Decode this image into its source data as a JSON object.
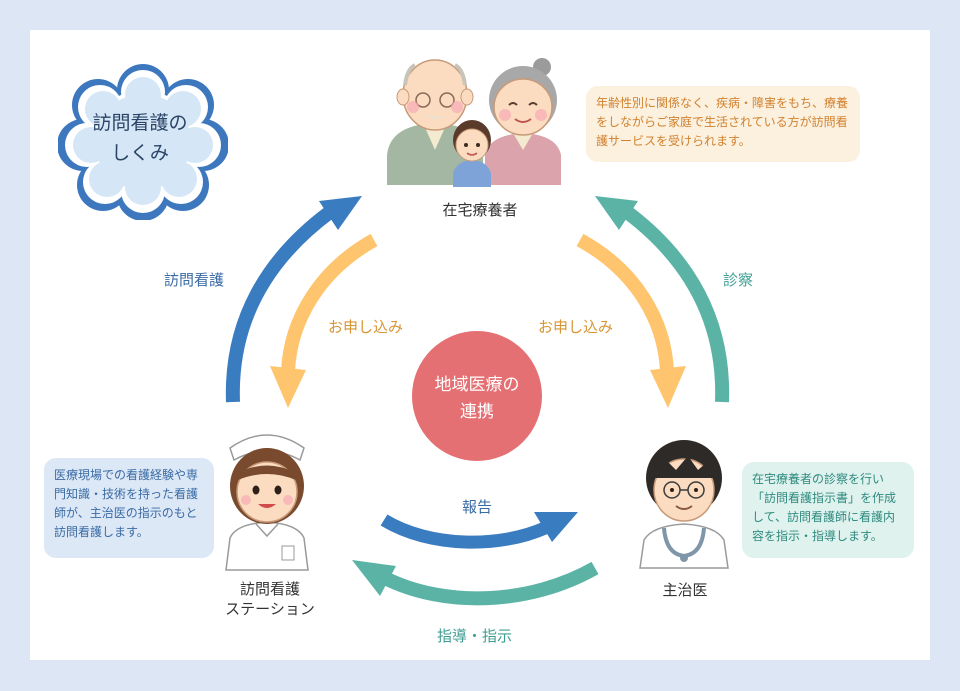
{
  "badge": {
    "line1": "訪問看護の",
    "line2": "しくみ"
  },
  "patient": {
    "label": "在宅療養者"
  },
  "patient_note": {
    "text": "年齢性別に関係なく、疾病・障害をもち、療養をしながらご家庭で生活されている方が訪問看護サービスを受けられます。"
  },
  "station": {
    "line1": "訪問看護",
    "line2": "ステーション"
  },
  "station_note": {
    "text": "医療現場での看護経験や専門知識・技術を持った看護師が、主治医の指示のもと訪問看護します。"
  },
  "doctor": {
    "label": "主治医"
  },
  "doctor_note": {
    "text": "在宅療養者の診察を行い「訪問看護指示書」を作成して、訪問看護師に看護内容を指示・指導します。"
  },
  "center": {
    "line1": "地域医療の",
    "line2": "連携"
  },
  "arrows": {
    "visit_nursing": "訪問看護",
    "apply_left": "お申し込み",
    "apply_right": "お申し込み",
    "diagnosis": "診察",
    "report": "報告",
    "guidance": "指導・指示"
  },
  "colors": {
    "blue": "#3a7cc0",
    "orange": "#ffc56e",
    "teal": "#5bb3a6",
    "center": "#e57073"
  }
}
